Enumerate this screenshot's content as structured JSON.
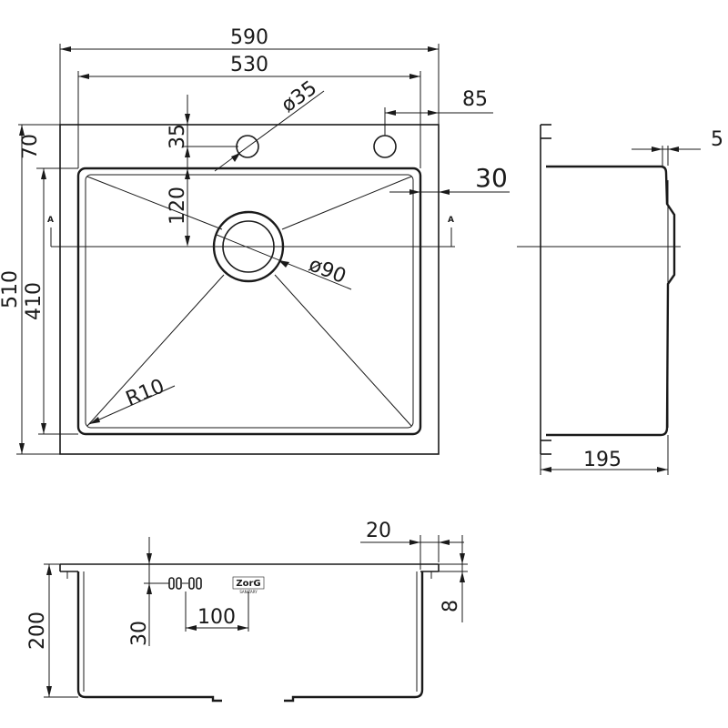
{
  "dimensions": {
    "overall_width": "590",
    "bowl_width": "530",
    "tap_hole_diameter": "ø35",
    "tap_offset": "85",
    "tap_from_edge": "35",
    "top_margin": "70",
    "drain_offset": "120",
    "side_margin": "30",
    "drain_diameter": "ø90",
    "corner_radius": "R10",
    "overall_depth": "510",
    "bowl_depth": "410",
    "rim_thickness": "5",
    "side_height": "195",
    "front_step": "20",
    "front_lip": "8",
    "bowl_height": "200",
    "overflow_offset": "30",
    "overflow_spacing": "100"
  },
  "section_marks": {
    "left": "A",
    "right": "A"
  },
  "brand": {
    "logo": "ZorG",
    "sub": "SANITARY"
  }
}
